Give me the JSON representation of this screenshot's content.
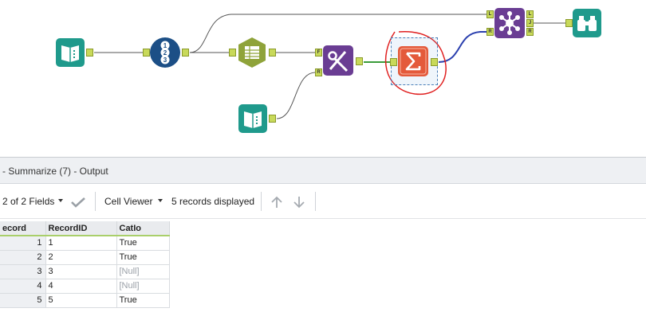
{
  "colors": {
    "input_tool": "#1f9a8c",
    "record_id_tool": "#1c4f86",
    "select_tool": "#8fa33a",
    "join_tool": "#6a3d93",
    "summarize_tool": "#e45a3b",
    "browse_tool": "#1f9a8c",
    "annotation": "#e02020",
    "anchor": "#c8d95a",
    "header_underline": "#a9cf6a"
  },
  "workflow": {
    "tools": [
      {
        "name": "Input Data",
        "icon": "book-icon"
      },
      {
        "name": "Record ID",
        "icon": "numbered-list-icon",
        "glyphs": [
          "1",
          "2",
          "3"
        ]
      },
      {
        "name": "Select",
        "icon": "select-table-icon"
      },
      {
        "name": "Join",
        "icon": "join-icon"
      },
      {
        "name": "Input Data",
        "icon": "book-icon"
      },
      {
        "name": "Summarize",
        "icon": "sigma-icon"
      },
      {
        "name": "Union",
        "icon": "union-hub-icon"
      },
      {
        "name": "Browse",
        "icon": "binoculars-icon"
      }
    ],
    "anchors": {
      "left": "L",
      "right": "R",
      "join": "J",
      "field": "F"
    }
  },
  "panel": {
    "title": "- Summarize (7) - Output",
    "toolbar": {
      "fields": "2 of 2 Fields",
      "cell_viewer": "Cell Viewer",
      "records_displayed": "5 records displayed"
    }
  },
  "grid": {
    "columns": [
      "ecord",
      "RecordID",
      "CatIo"
    ],
    "rows": [
      {
        "record": "1",
        "record_id": "1",
        "cat": "True",
        "null": false
      },
      {
        "record": "2",
        "record_id": "2",
        "cat": "True",
        "null": false
      },
      {
        "record": "3",
        "record_id": "3",
        "cat": "[Null]",
        "null": true
      },
      {
        "record": "4",
        "record_id": "4",
        "cat": "[Null]",
        "null": true
      },
      {
        "record": "5",
        "record_id": "5",
        "cat": "True",
        "null": false
      }
    ]
  }
}
